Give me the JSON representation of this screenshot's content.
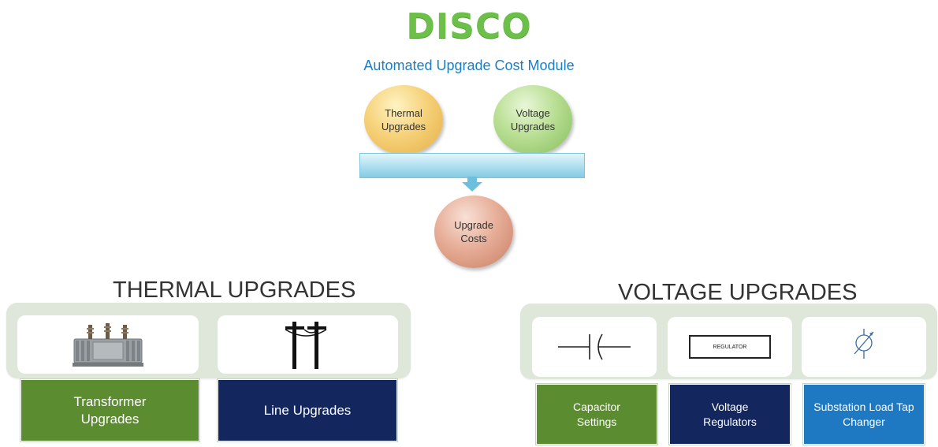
{
  "header": {
    "logo": "DISCO",
    "subtitle": "Automated Upgrade Cost Module"
  },
  "flow": {
    "thermal_circle": "Thermal Upgrades",
    "voltage_circle": "Voltage Upgrades",
    "costs_circle": "Upgrade Costs"
  },
  "thermal": {
    "title": "THERMAL UPGRADES",
    "items": [
      {
        "label": "Transformer Upgrades",
        "icon": "transformer-icon"
      },
      {
        "label": "Line Upgrades",
        "icon": "utility-pole-icon"
      }
    ]
  },
  "voltage": {
    "title": "VOLTAGE UPGRADES",
    "items": [
      {
        "label": "Capacitor Settings",
        "icon": "capacitor-symbol-icon"
      },
      {
        "label": "Voltage Regulators",
        "icon": "regulator-symbol-icon",
        "symbol_text": "REGULATOR"
      },
      {
        "label": "Substation Load Tap Changer",
        "icon": "tap-changer-symbol-icon"
      }
    ]
  },
  "colors": {
    "logo_green": "#6cc04a",
    "subtitle_blue": "#1f7dc2",
    "green_box": "#5b8c2f",
    "navy_box": "#13275e",
    "blue_box": "#1e78c2"
  }
}
